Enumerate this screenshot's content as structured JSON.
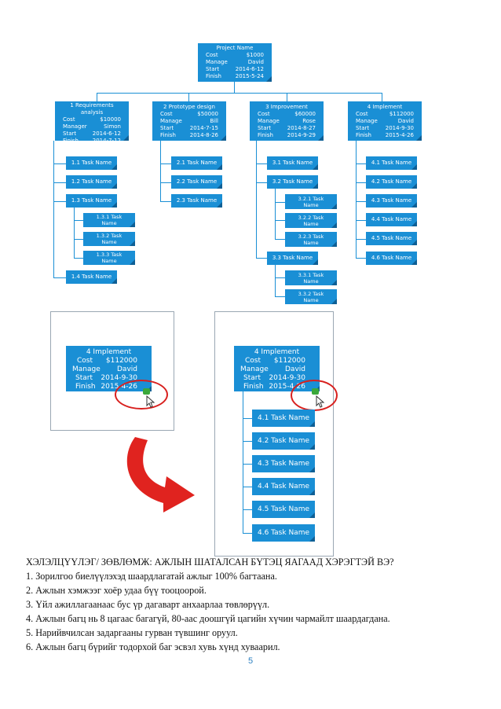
{
  "root": {
    "title": "Project Name",
    "cost_label": "Cost",
    "cost": "$1000",
    "manager_label": "Manage",
    "manager": "David",
    "start_label": "Start",
    "start": "2014-6-12",
    "finish_label": "Finish",
    "finish": "2015-5-24"
  },
  "phases": [
    {
      "title": "1 Requirements analysis",
      "cost_label": "Cost",
      "cost": "$10000",
      "manager_label": "Manager",
      "manager": "Simon",
      "start_label": "Start",
      "start": "2014-6-12",
      "finish_label": "Finish",
      "finish": "2014-7-12"
    },
    {
      "title": "2 Prototype design",
      "cost_label": "Cost",
      "cost": "$50000",
      "manager_label": "Manage",
      "manager": "Bill",
      "start_label": "Start",
      "start": "2014-7-15",
      "finish_label": "Finish",
      "finish": "2014-8-26"
    },
    {
      "title": "3 Improvement",
      "cost_label": "Cost",
      "cost": "$60000",
      "manager_label": "Manage",
      "manager": "Rose",
      "start_label": "Start",
      "start": "2014-8-27",
      "finish_label": "Finish",
      "finish": "2014-9-29"
    },
    {
      "title": "4 Implement",
      "cost_label": "Cost",
      "cost": "$112000",
      "manager_label": "Manage",
      "manager": "David",
      "start_label": "Start",
      "start": "2014-9-30",
      "finish_label": "Finish",
      "finish": "2015-4-26"
    }
  ],
  "tasks": {
    "t11": "1.1 Task Name",
    "t12": "1.2 Task Name",
    "t13": "1.3 Task Name",
    "t131": "1.3.1 Task Name",
    "t132": "1.3.2 Task Name",
    "t133": "1.3.3 Task Name",
    "t14": "1.4 Task Name",
    "t21": "2.1 Task Name",
    "t22": "2.2 Task Name",
    "t23": "2.3 Task Name",
    "t31": "3.1 Task Name",
    "t32": "3.2 Task Name",
    "t321": "3.2.1 Task Name",
    "t322": "3.2.2 Task Name",
    "t323": "3.2.3 Task Name",
    "t33": "3.3 Task Name",
    "t331": "3.3.1 Task Name",
    "t332": "3.3.2 Task Name",
    "t41": "4.1 Task Name",
    "t42": "4.2 Task Name",
    "t43": "4.3 Task Name",
    "t44": "4.4 Task Name",
    "t45": "4.5 Task Name",
    "t46": "4.6 Task Name"
  },
  "detail": {
    "title": "4 Implement",
    "cost_label": "Cost",
    "cost": "$112000",
    "manager_label": "Manage",
    "manager": "David",
    "start_label": "Start",
    "start": "2014-9-30",
    "finish_label": "Finish",
    "finish": "2015-4-26",
    "tasks": [
      "4.1 Task Name",
      "4.2 Task Name",
      "4.3 Task Name",
      "4.4 Task Name",
      "4.5 Task Name",
      "4.6 Task Name"
    ]
  },
  "colors": {
    "node": "#1a8fd5",
    "highlight": "#d8201e",
    "page_number": "#2a7fc1"
  },
  "text": {
    "question": "ХЭЛЭЛЦҮҮЛЭГ/ ЗӨВЛӨМЖ: АЖЛЫН ШАТАЛСАН  БҮТЭЦ ЯАГААД ХЭРЭГТЭЙ ВЭ?",
    "items": [
      "1. Зорилгоо биелүүлэхэд шаардлагатай  ажлыг 100% багтаана.",
      "2. Ажлын хэмжээг хоёр удаа бүү тооцоорой.",
      "3. Үйл ажиллагаанаас бус үр дагаварт анхаарлаа төвлөрүүл.",
      "4. Ажлын багц нь 8 цагаас багагүй, 80-аас доошгүй цагийн хүчин чармайлт шаардагдана.",
      "5. Нарийвчилсан задаргааны гурван түвшинг оруул.",
      "6. Ажлын багц бүрийг тодорхой баг эсвэл хувь хүнд хуваарил."
    ],
    "page": "5"
  }
}
